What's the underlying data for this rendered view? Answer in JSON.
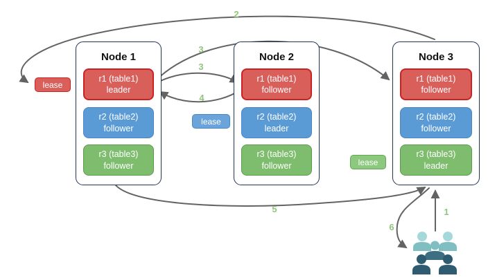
{
  "diagram": {
    "nodes": [
      {
        "title": "Node 1",
        "replicas": [
          {
            "label": "r1 (table1)",
            "role": "leader",
            "color": "red"
          },
          {
            "label": "r2 (table2)",
            "role": "follower",
            "color": "blue"
          },
          {
            "label": "r3 (table3)",
            "role": "follower",
            "color": "green"
          }
        ]
      },
      {
        "title": "Node 2",
        "replicas": [
          {
            "label": "r1 (table1)",
            "role": "follower",
            "color": "red"
          },
          {
            "label": "r2 (table2)",
            "role": "leader",
            "color": "blue"
          },
          {
            "label": "r3 (table3)",
            "role": "follower",
            "color": "green"
          }
        ]
      },
      {
        "title": "Node 3",
        "replicas": [
          {
            "label": "r1 (table1)",
            "role": "follower",
            "color": "red"
          },
          {
            "label": "r2 (table2)",
            "role": "follower",
            "color": "blue"
          },
          {
            "label": "r3 (table3)",
            "role": "leader",
            "color": "green"
          }
        ]
      }
    ],
    "leases": [
      {
        "label": "lease",
        "color": "red"
      },
      {
        "label": "lease",
        "color": "blue"
      },
      {
        "label": "lease",
        "color": "green"
      }
    ],
    "steps": {
      "s1": "1",
      "s2": "2",
      "s3a": "3",
      "s3b": "3",
      "s4": "4",
      "s5": "5",
      "s6": "6"
    },
    "icons": {
      "users": "group-of-users"
    },
    "colors": {
      "replica_red": "#d95f5b",
      "replica_red_border": "#cb2221",
      "replica_blue": "#5b9bd5",
      "replica_blue_border": "#4a87c2",
      "replica_green": "#7ebd6d",
      "replica_green_border": "#5a9c49",
      "lease_green": "#8cc87e",
      "node_border": "#1f3355",
      "arrow": "#636363",
      "step_label": "#90c67c",
      "users_light": "#a5d8da",
      "users_mid": "#7fbfc1",
      "users_slate": "#3d6e81",
      "users_dark": "#2e5b70"
    }
  }
}
